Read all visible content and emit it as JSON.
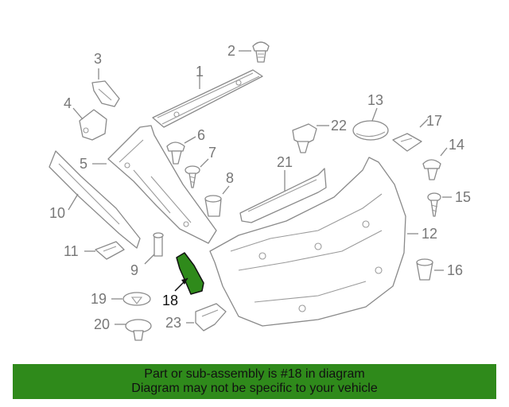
{
  "diagram": {
    "callouts": {
      "c1": "1",
      "c2": "2",
      "c3": "3",
      "c4": "4",
      "c5": "5",
      "c6": "6",
      "c7": "7",
      "c8": "8",
      "c9": "9",
      "c10": "10",
      "c11": "11",
      "c12": "12",
      "c13": "13",
      "c14": "14",
      "c15": "15",
      "c16": "16",
      "c17": "17",
      "c18": "18",
      "c19": "19",
      "c20": "20",
      "c21": "21",
      "c22": "22",
      "c23": "23"
    },
    "highlight_color": "#2f8a1b"
  },
  "banner": {
    "line1": "Part or sub-assembly is #18 in diagram",
    "line2": "Diagram may not be specific to your vehicle",
    "color": "#2f8a1b"
  }
}
